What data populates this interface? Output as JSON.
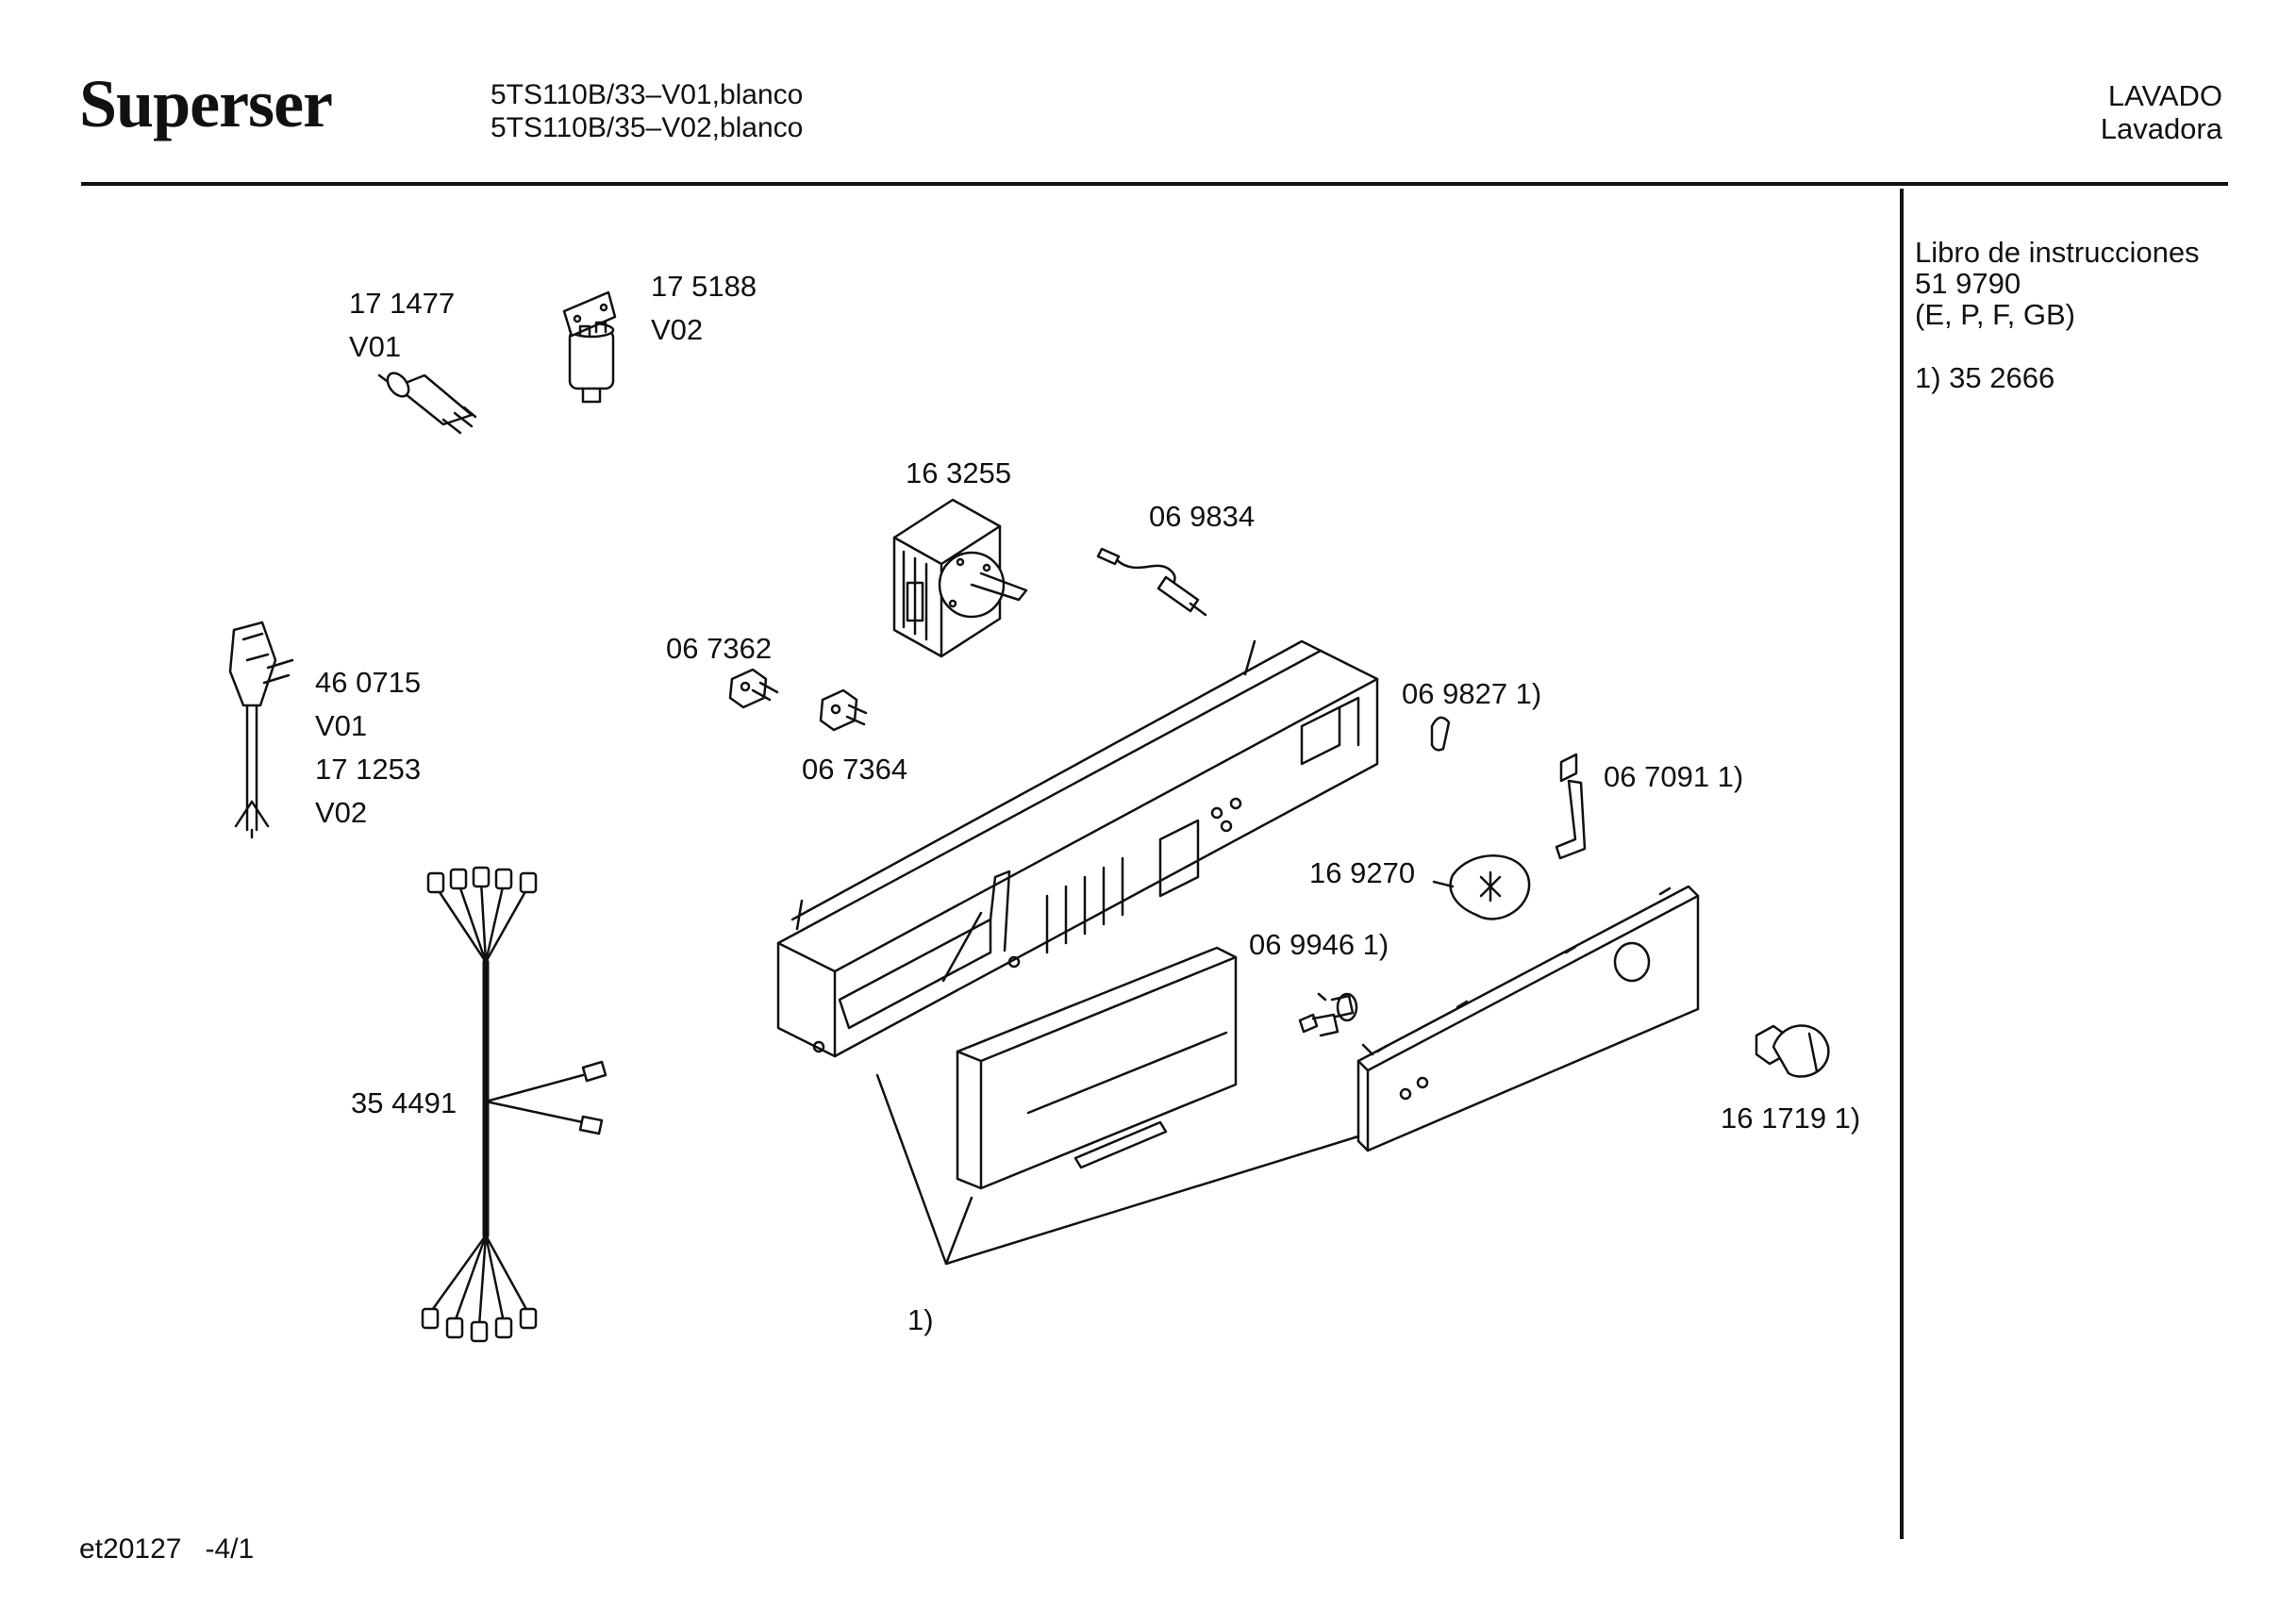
{
  "header": {
    "brand": "Superser",
    "models": [
      "5TS110B/33–V01,blanco",
      "5TS110B/35–V02,blanco"
    ],
    "category": "LAVADO",
    "subcategory": "Lavadora"
  },
  "sidebar": {
    "manual_label": "Libro de instrucciones",
    "manual_number": "51 9790",
    "manual_languages": "(E, P, F, GB)",
    "note": "1) 35 2666"
  },
  "parts": [
    {
      "id": "171477",
      "number": "17 1477",
      "variant": "V01"
    },
    {
      "id": "175188",
      "number": "17 5188",
      "variant": "V02"
    },
    {
      "id": "163255",
      "number": "16 3255"
    },
    {
      "id": "069834",
      "number": "06 9834"
    },
    {
      "id": "460715",
      "number": "46 0715",
      "variant": "V01"
    },
    {
      "id": "171253",
      "number": "17 1253",
      "variant": "V02"
    },
    {
      "id": "067362",
      "number": "06 7362"
    },
    {
      "id": "067364",
      "number": "06 7364"
    },
    {
      "id": "069827",
      "number": "06 9827 1)"
    },
    {
      "id": "067091",
      "number": "06 7091 1)"
    },
    {
      "id": "169270",
      "number": "16 9270"
    },
    {
      "id": "069946",
      "number": "06 9946 1)"
    },
    {
      "id": "354491",
      "number": "35 4491"
    },
    {
      "id": "161719",
      "number": "16 1719 1)"
    },
    {
      "id": "note1",
      "number": "1)"
    }
  ],
  "footer": {
    "doc_id": "et20127",
    "page": "-4/1"
  }
}
